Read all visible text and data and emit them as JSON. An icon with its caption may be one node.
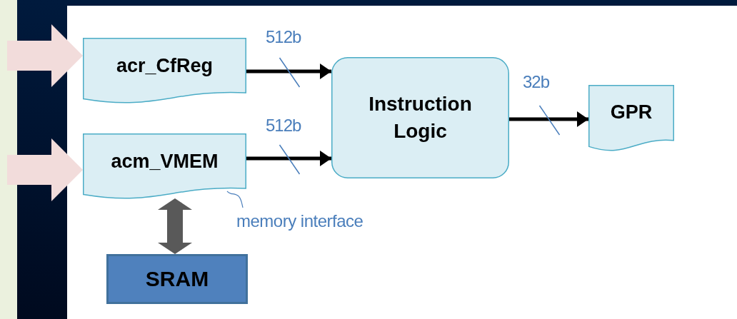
{
  "diagram": {
    "nodes": [
      {
        "text": [
          "acr_CfReg"
        ]
      },
      {
        "text": [
          "acm_VMEM"
        ]
      },
      {
        "text": [
          "Instruction Logic"
        ]
      },
      {
        "text": [
          "GPR"
        ]
      },
      {
        "text": [
          "SRAM"
        ]
      },
      {
        "text": [
          "memory interface"
        ]
      }
    ],
    "edges": [
      {
        "from": 0,
        "to": 2,
        "arrow": "to",
        "label": "512b"
      },
      {
        "from": 1,
        "to": 2,
        "arrow": "to",
        "label": "512b"
      },
      {
        "from": 2,
        "to": 3,
        "arrow": "to",
        "label": "32b"
      },
      {
        "from": null,
        "to": 0,
        "arrow": "to",
        "style": "thick",
        "color": "#f2dcdb"
      },
      {
        "from": null,
        "to": 1,
        "arrow": "to",
        "style": "thick",
        "color": "#f2dcdb"
      },
      {
        "from": 1,
        "to": 4,
        "arrow": "both",
        "style": "thick",
        "color": "#595959"
      },
      {
        "from": 5,
        "to": 1,
        "arrow": "none",
        "color": "#4a7ebb"
      }
    ]
  }
}
